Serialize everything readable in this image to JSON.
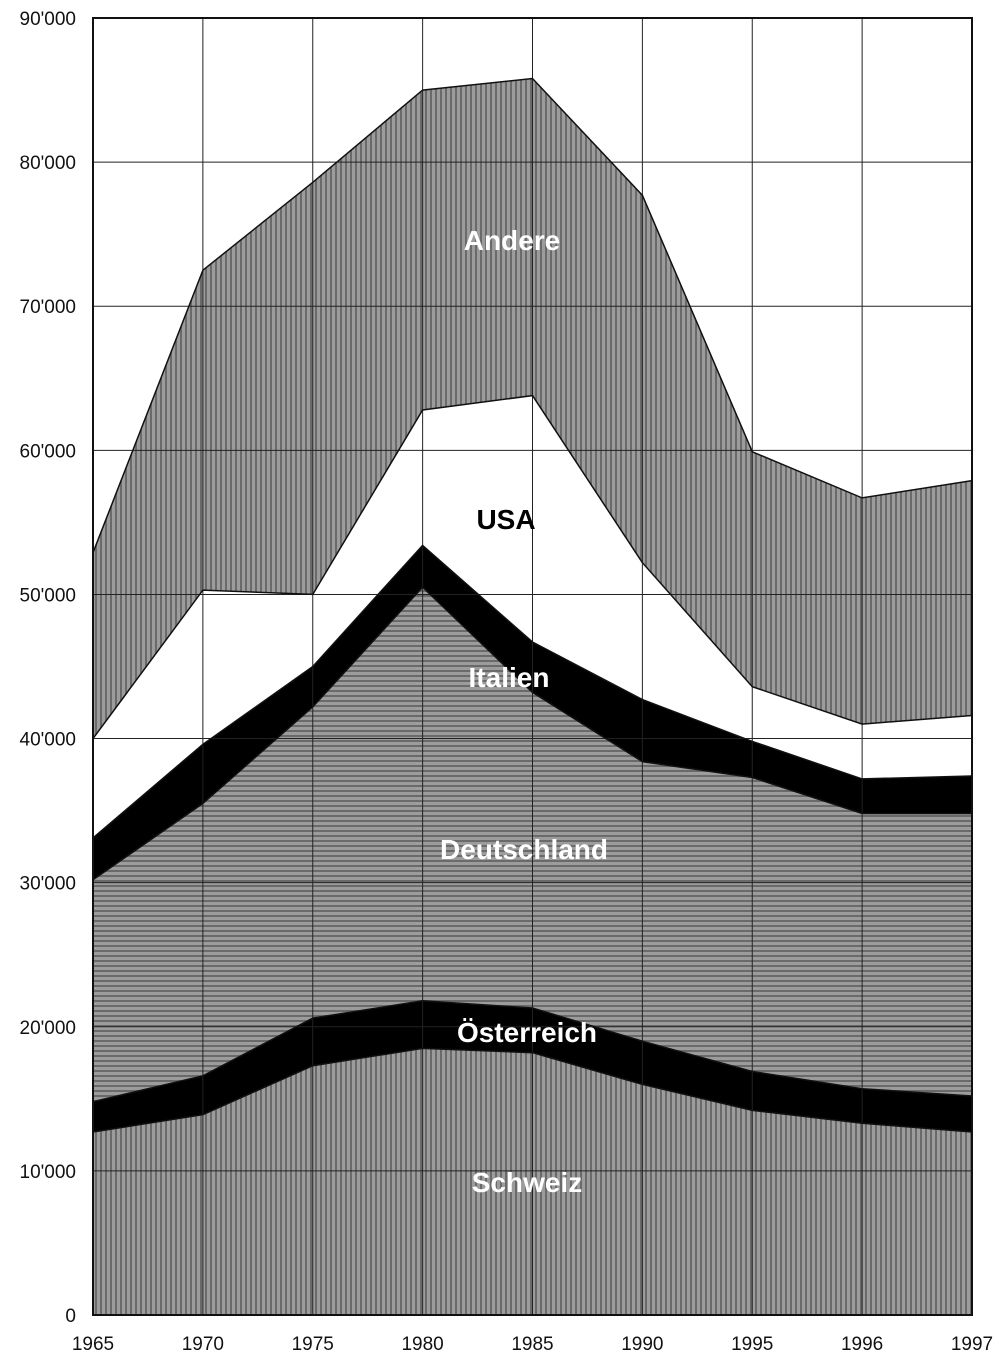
{
  "chart_data": {
    "type": "area",
    "stacked": true,
    "x": [
      "1965",
      "1970",
      "1975",
      "1980",
      "1985",
      "1990",
      "1995",
      "1996",
      "1997"
    ],
    "ylim": [
      0,
      90000
    ],
    "yticks": [
      0,
      10000,
      20000,
      30000,
      40000,
      50000,
      60000,
      70000,
      80000,
      90000
    ],
    "ytick_labels": [
      "0",
      "10'000",
      "20'000",
      "30'000",
      "40'000",
      "50'000",
      "60'000",
      "70'000",
      "80'000",
      "90'000"
    ],
    "grid": true,
    "series": [
      {
        "name": "Schweiz",
        "values": [
          12700,
          13900,
          17300,
          18500,
          18200,
          16000,
          14200,
          13300,
          12700
        ],
        "color": "#8f8f8f",
        "pattern": "vertical",
        "label_color": "#ffffff"
      },
      {
        "name": "Österreich",
        "values": [
          2100,
          2700,
          3300,
          3300,
          3100,
          3000,
          2700,
          2400,
          2500
        ],
        "color": "#000000",
        "pattern": "solid",
        "label_color": "#ffffff"
      },
      {
        "name": "Deutschland",
        "values": [
          15400,
          18900,
          21600,
          28700,
          21900,
          19400,
          20400,
          19100,
          19600
        ],
        "color": "#8f8f8f",
        "pattern": "horizontal",
        "label_color": "#ffffff"
      },
      {
        "name": "Italien",
        "values": [
          2900,
          4100,
          2800,
          2900,
          3500,
          4300,
          2500,
          2400,
          2600
        ],
        "color": "#000000",
        "pattern": "solid",
        "label_color": "#ffffff"
      },
      {
        "name": "USA",
        "values": [
          6900,
          10700,
          5000,
          9400,
          17100,
          9500,
          3800,
          3800,
          4200
        ],
        "color": "#ffffff",
        "pattern": "solid",
        "label_color": "#000000"
      },
      {
        "name": "Andere",
        "values": [
          12900,
          22200,
          28600,
          22200,
          22000,
          25500,
          16300,
          15700,
          16300
        ],
        "color": "#8f8f8f",
        "pattern": "vertical",
        "label_color": "#ffffff"
      }
    ]
  }
}
